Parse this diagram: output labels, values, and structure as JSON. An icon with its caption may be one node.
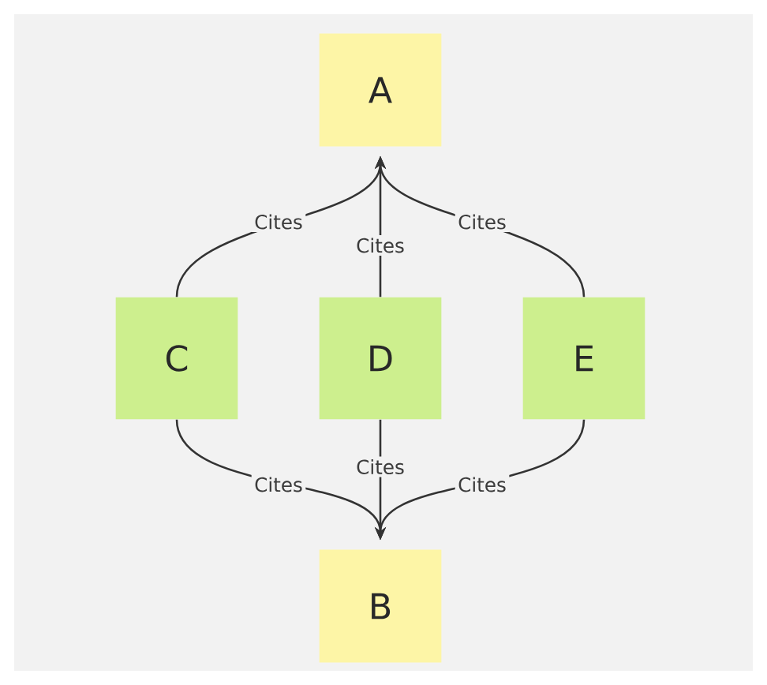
{
  "diagram": {
    "nodes": [
      {
        "text": [
          "A"
        ]
      },
      {
        "text": [
          "C"
        ]
      },
      {
        "text": [
          "D"
        ]
      },
      {
        "text": [
          "E"
        ]
      },
      {
        "text": [
          "B"
        ]
      }
    ],
    "edges": [
      {
        "from": 1,
        "to": 0,
        "arrow": "to",
        "label": "Cites"
      },
      {
        "from": 2,
        "to": 0,
        "arrow": "to",
        "label": "Cites"
      },
      {
        "from": 3,
        "to": 0,
        "arrow": "to",
        "label": "Cites"
      },
      {
        "from": 1,
        "to": 4,
        "arrow": "to",
        "label": "Cites"
      },
      {
        "from": 2,
        "to": 4,
        "arrow": "to",
        "label": "Cites"
      },
      {
        "from": 3,
        "to": 4,
        "arrow": "to",
        "label": "Cites"
      }
    ]
  }
}
